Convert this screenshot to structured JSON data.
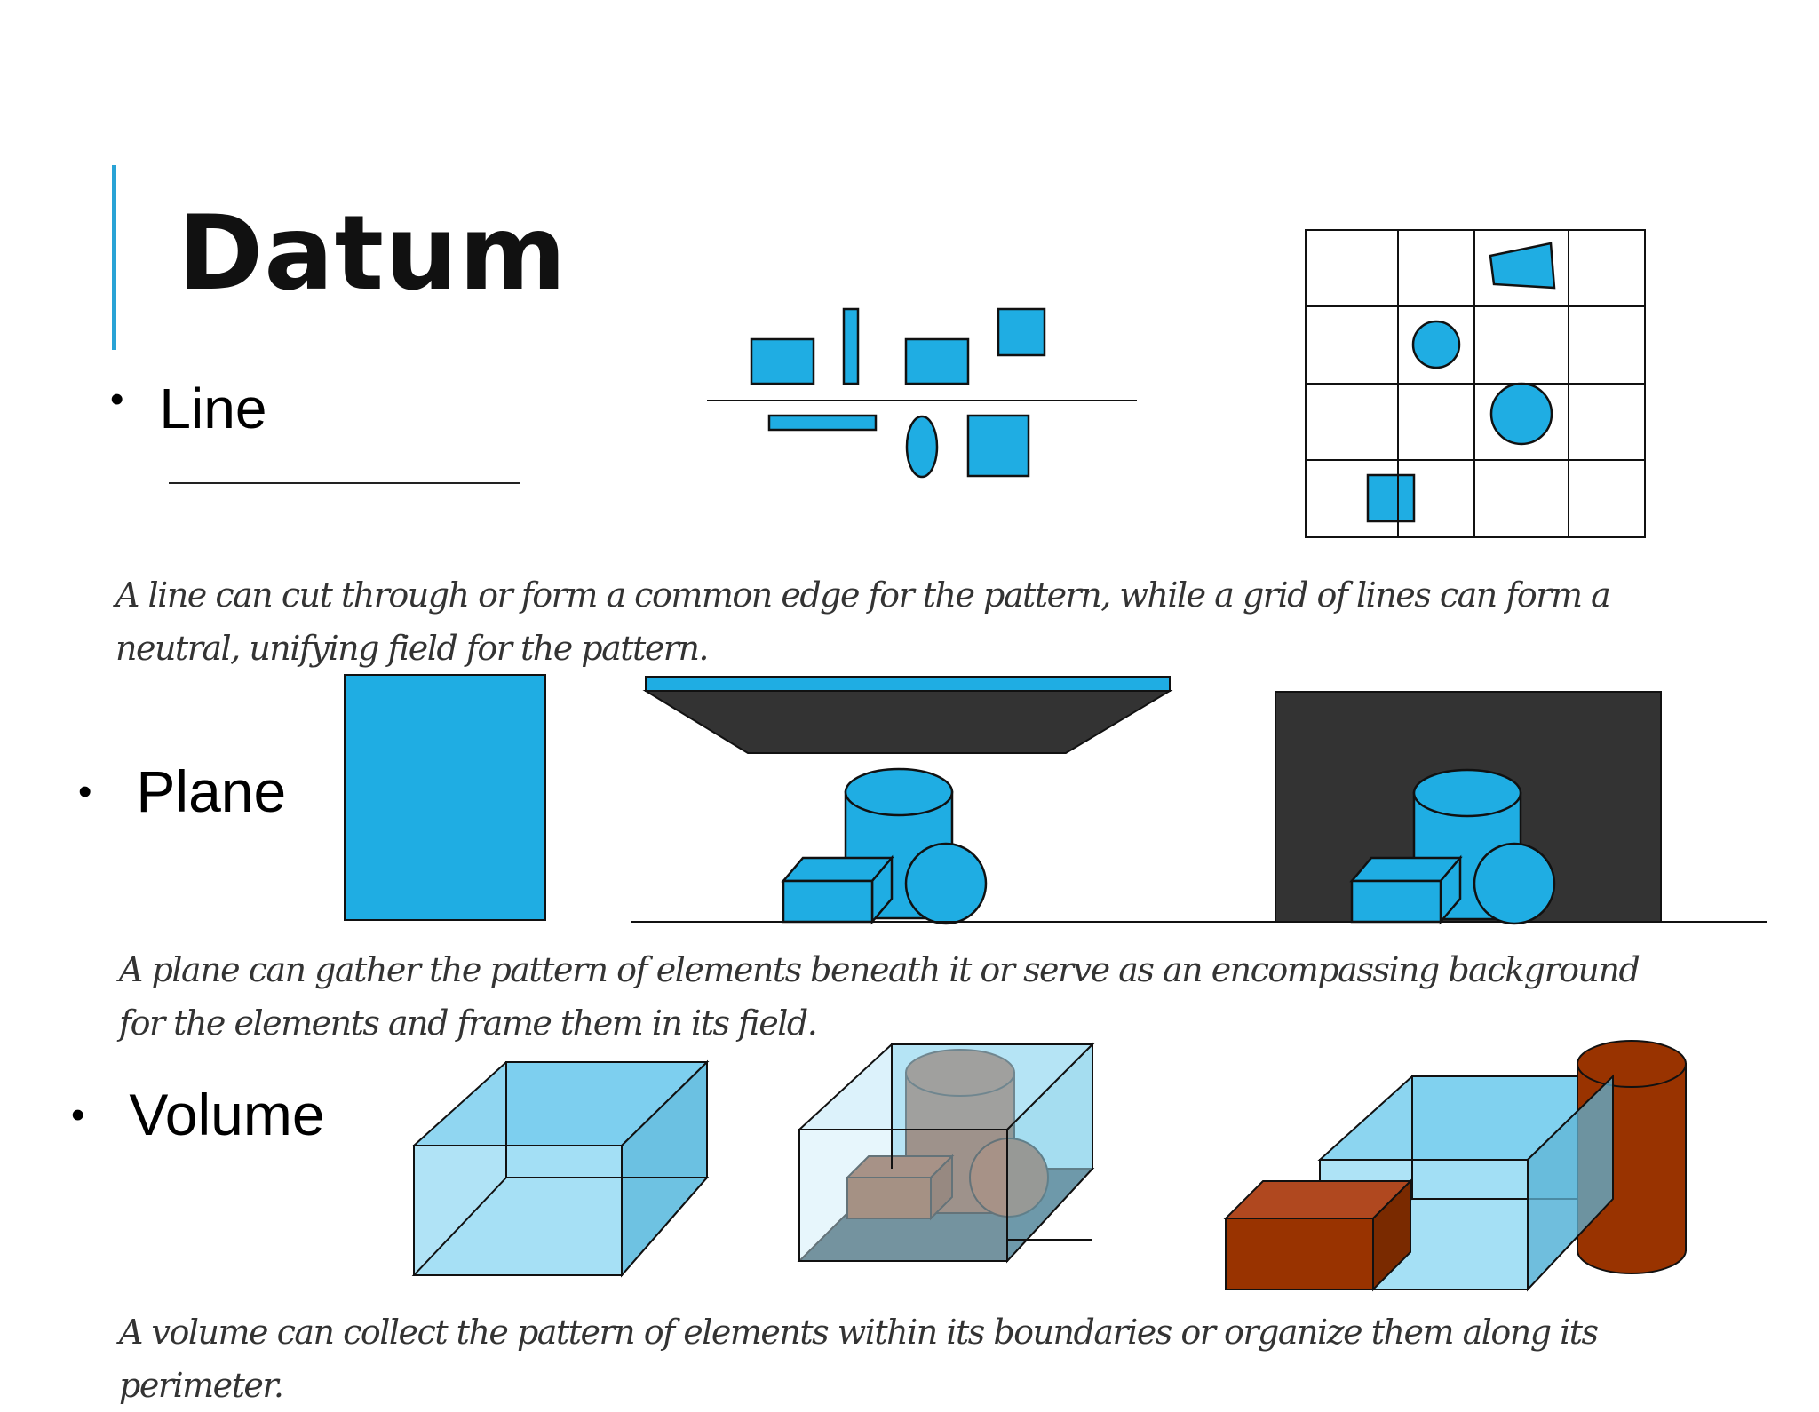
{
  "slide": {
    "title": "Datum",
    "accent_color": "#29a3d6",
    "shape_color": "#1fade3",
    "dark_plane_color": "#333333",
    "brown_color": "#993300"
  },
  "sections": {
    "line": {
      "bullet_symbol": "•",
      "label": "Line",
      "caption": "A line can cut through or form a common edge for the pattern, while a grid of lines can form a neutral, unifying field for the pattern."
    },
    "plane": {
      "bullet_symbol": "•",
      "label": "Plane",
      "caption": "A plane can gather the pattern of elements beneath it or serve as an encompassing background for the elements and frame them in its field."
    },
    "volume": {
      "bullet_symbol": "•",
      "label": "Volume",
      "caption": "A volume can collect the pattern of elements within its boundaries or organize them along its perimeter."
    }
  }
}
